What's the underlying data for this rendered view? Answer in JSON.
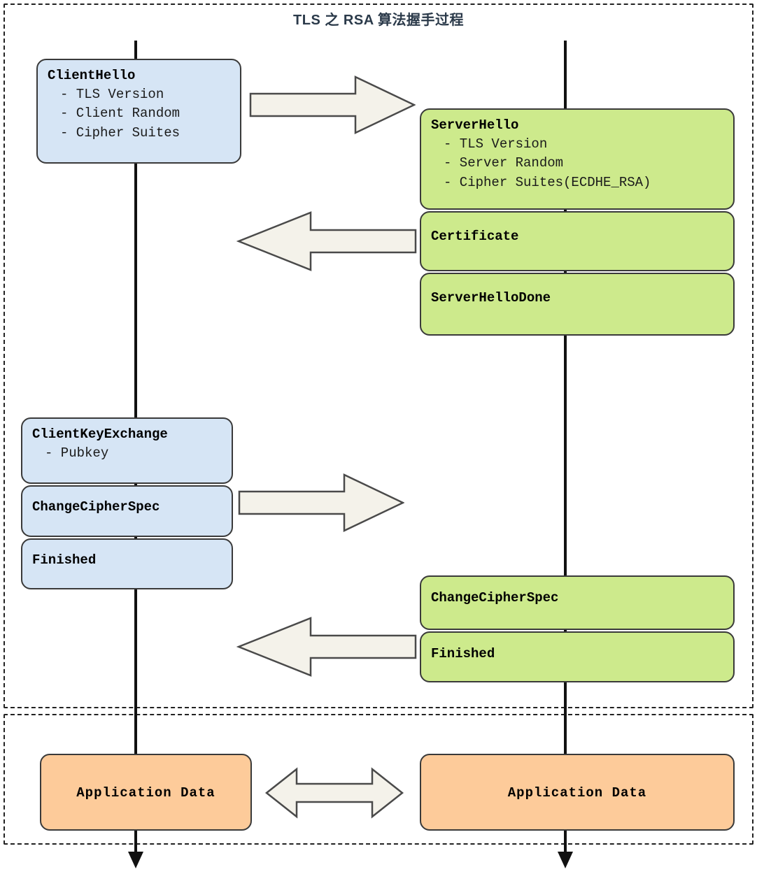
{
  "title": "TLS 之 RSA 算法握手过程",
  "phases": [
    {
      "name": "handshake-phase"
    },
    {
      "name": "application-data-phase"
    }
  ],
  "lifelines": [
    {
      "name": "client-lifeline"
    },
    {
      "name": "server-lifeline"
    }
  ],
  "client_messages": [
    {
      "id": "client-hello",
      "title": "ClientHello",
      "details": [
        "- TLS Version",
        "- Client Random",
        "- Cipher Suites"
      ]
    },
    {
      "id": "client-key-exchange",
      "title": "ClientKeyExchange",
      "details": [
        "- Pubkey"
      ]
    },
    {
      "id": "client-change-cipher-spec",
      "title": "ChangeCipherSpec",
      "details": []
    },
    {
      "id": "client-finished",
      "title": "Finished",
      "details": []
    }
  ],
  "server_messages": [
    {
      "id": "server-hello",
      "title": "ServerHello",
      "details": [
        "- TLS Version",
        "- Server Random",
        "- Cipher Suites(ECDHE_RSA)"
      ]
    },
    {
      "id": "certificate",
      "title": "Certificate",
      "details": []
    },
    {
      "id": "server-hello-done",
      "title": "ServerHelloDone",
      "details": []
    },
    {
      "id": "server-change-cipher-spec",
      "title": "ChangeCipherSpec",
      "details": []
    },
    {
      "id": "server-finished",
      "title": "Finished",
      "details": []
    }
  ],
  "application_data": {
    "client_label": "Application Data",
    "server_label": "Application Data"
  },
  "arrows": [
    {
      "id": "arrow-client-hello",
      "direction": "right"
    },
    {
      "id": "arrow-server-hello-group",
      "direction": "left"
    },
    {
      "id": "arrow-client-key-group",
      "direction": "right"
    },
    {
      "id": "arrow-server-finished-group",
      "direction": "left"
    },
    {
      "id": "arrow-application-data",
      "direction": "both"
    }
  ],
  "colors": {
    "client_fill": "#d6e5f5",
    "server_fill": "#cdea8c",
    "appdata_fill": "#fdcb9a",
    "arrow_fill": "#f4f2ea",
    "arrow_stroke": "#4a4a4a",
    "box_stroke": "#3a3a3a",
    "lifeline": "#111111",
    "title_color": "#2b3a4a",
    "region_border": "#222222"
  }
}
